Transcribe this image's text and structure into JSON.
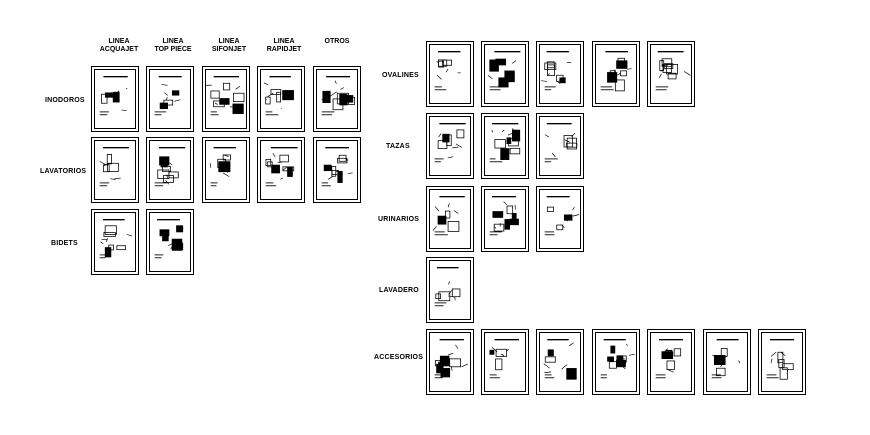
{
  "columns": {
    "c1": [
      "LINEA",
      "ACQUAJET"
    ],
    "c2": [
      "LINEA",
      "TOP PIECE"
    ],
    "c3": [
      "LINEA",
      "SIFONJET"
    ],
    "c4": [
      "LINEA",
      "RAPIDJET"
    ],
    "c5": [
      "OTROS"
    ]
  },
  "rows_left": {
    "inodoros": "INODOROS",
    "lavatorios": "LAVATORIOS",
    "bidets": "BIDETS"
  },
  "rows_right": {
    "ovalines": "OVALINES",
    "tazas": "TAZAS",
    "urinarios": "URINARIOS",
    "lavadero": "LAVADERO",
    "accesorios": "ACCESORIOS"
  }
}
